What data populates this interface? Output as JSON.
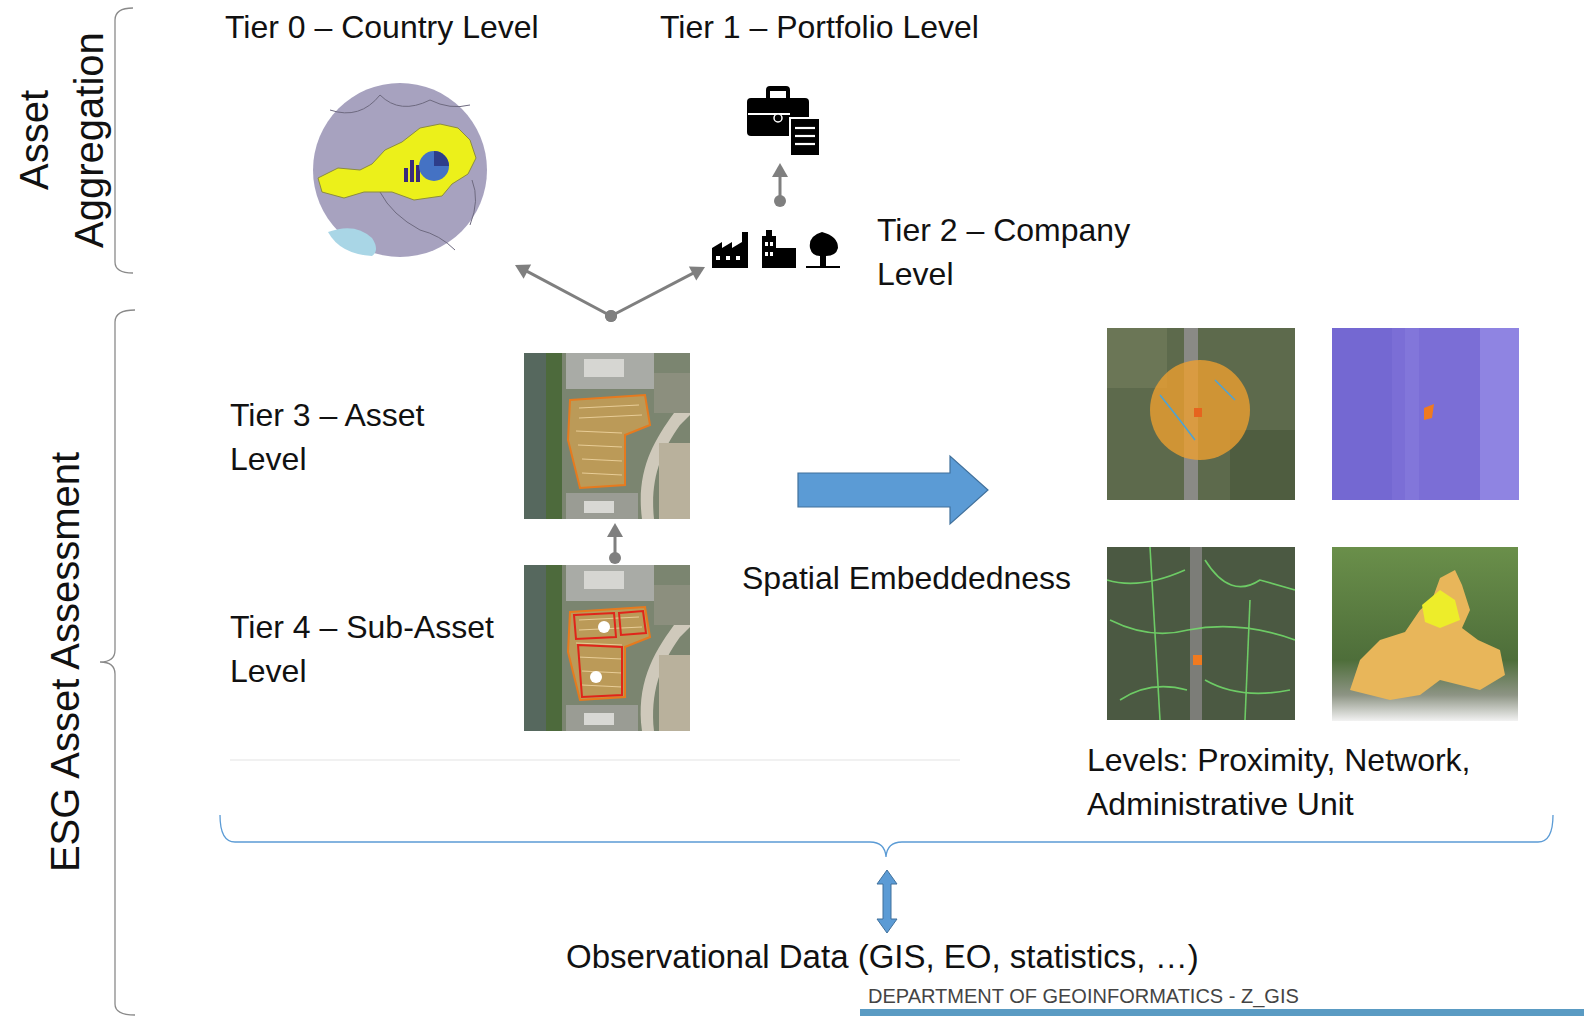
{
  "diagram": {
    "nodes": [
      {
        "text": [
          "Tier 0 – Country Level"
        ]
      },
      {
        "text": [
          "Tier 1 – Portfolio Level"
        ]
      },
      {
        "text": [
          "Tier 2 – Company Level"
        ]
      },
      {
        "text": [
          "Tier 3 – Asset Level"
        ]
      },
      {
        "text": [
          "Tier 4 – Sub-Asset Level"
        ]
      },
      {
        "text": [
          "Levels: Proximity, Network, Administrative Unit"
        ]
      }
    ],
    "edges": [
      {
        "from": 4,
        "to": 3,
        "arrow": "to"
      },
      {
        "from": 3,
        "to": 0,
        "arrow": "to"
      },
      {
        "from": 3,
        "to": 2,
        "arrow": "to"
      },
      {
        "from": 2,
        "to": 1,
        "arrow": "to"
      },
      {
        "from": 3,
        "to": 5,
        "arrow": "to",
        "label": "Spatial Embeddedness"
      }
    ],
    "labels": [
      "Asset Aggregation",
      "ESG Asset Assessment",
      "Observational Data (GIS, EO, statistics, …)",
      "DEPARTMENT OF GEOINFORMATICS - Z_GIS"
    ]
  }
}
